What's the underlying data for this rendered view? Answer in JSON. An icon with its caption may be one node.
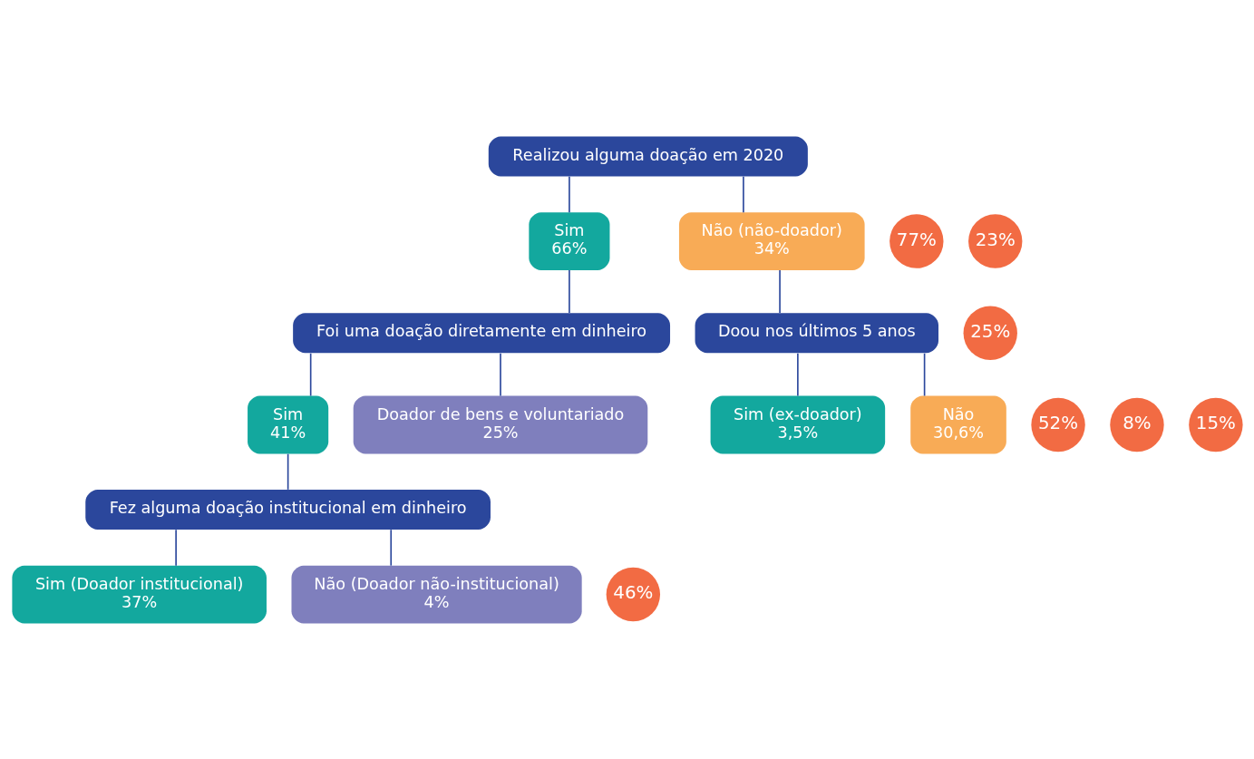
{
  "diagram": {
    "nodes": [
      {
        "text": [
          "Realizou alguma doação em 2020"
        ]
      },
      {
        "text": [
          "77%"
        ]
      },
      {
        "text": [
          "Sim",
          "66%"
        ]
      },
      {
        "text": [
          "Não (não-doador)",
          "34%"
        ]
      },
      {
        "text": [
          "23%"
        ]
      },
      {
        "text": [
          "Foi uma doação diretamente em dinheiro"
        ]
      },
      {
        "text": [
          "52%"
        ]
      },
      {
        "text": [
          "Sim",
          "41%"
        ]
      },
      {
        "text": [
          "25%"
        ]
      },
      {
        "text": [
          "Doador de bens e voluntariado",
          "25%"
        ]
      },
      {
        "text": [
          "Doou nos últimos 5 anos"
        ]
      },
      {
        "text": [
          "8%"
        ]
      },
      {
        "text": [
          "Sim (ex-doador)",
          "3,5%"
        ]
      },
      {
        "text": [
          "15%"
        ]
      },
      {
        "text": [
          "Não",
          "30,6%"
        ]
      },
      {
        "text": [
          "Fez alguma doação institucional em dinheiro"
        ]
      },
      {
        "text": [
          "46%"
        ]
      },
      {
        "text": [
          "Sim (Doador institucional)",
          "37%"
        ]
      },
      {
        "text": [
          "Não (Doador não-institucional)",
          "4%"
        ]
      }
    ],
    "edges": [
      {
        "from": 0,
        "to": 2,
        "arrow": "none"
      },
      {
        "from": 0,
        "to": 3,
        "arrow": "none"
      },
      {
        "from": 2,
        "to": 5,
        "arrow": "none"
      },
      {
        "from": 3,
        "to": 10,
        "arrow": "none"
      },
      {
        "from": 5,
        "to": 7,
        "arrow": "none"
      },
      {
        "from": 5,
        "to": 9,
        "arrow": "none"
      },
      {
        "from": 10,
        "to": 12,
        "arrow": "none"
      },
      {
        "from": 10,
        "to": 14,
        "arrow": "none"
      },
      {
        "from": 7,
        "to": 15,
        "arrow": "none"
      },
      {
        "from": 15,
        "to": 17,
        "arrow": "none"
      },
      {
        "from": 15,
        "to": 18,
        "arrow": "none"
      }
    ]
  }
}
